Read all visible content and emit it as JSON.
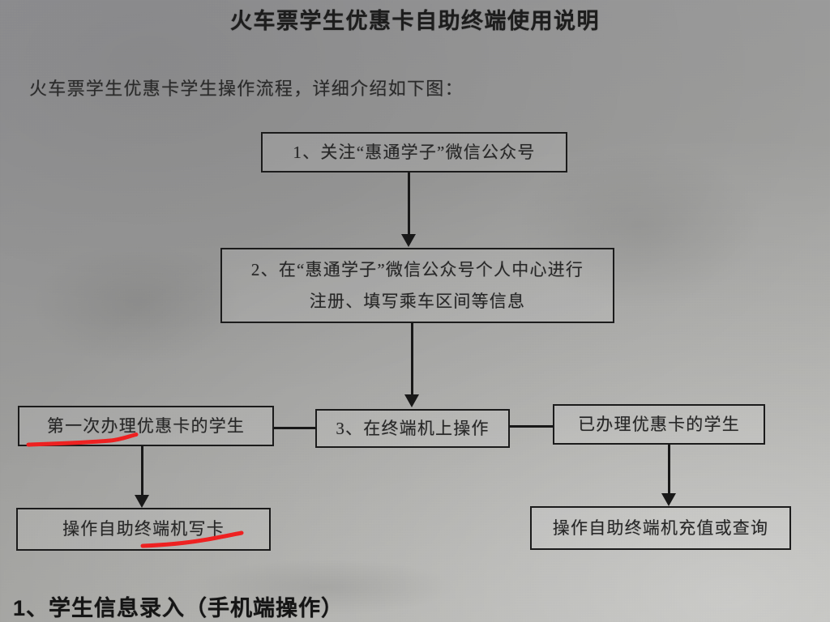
{
  "document": {
    "title": "火车票学生优惠卡自助终端使用说明",
    "intro": "火车票学生优惠卡学生操作流程，详细介绍如下图：",
    "section_heading": "1、学生信息录入（手机端操作）"
  },
  "flowchart": {
    "type": "flowchart",
    "nodes": [
      {
        "id": "step1",
        "label": "1、关注“惠通学子”微信公众号"
      },
      {
        "id": "step2",
        "label": "2、在“惠通学子”微信公众号个人中心进行注册、填写乘车区间等信息"
      },
      {
        "id": "step3",
        "label": "3、在终端机上操作"
      },
      {
        "id": "first_time",
        "label": "第一次办理优惠卡的学生"
      },
      {
        "id": "existing",
        "label": "已办理优惠卡的学生"
      },
      {
        "id": "write_card",
        "label": "操作自助终端机写卡"
      },
      {
        "id": "recharge",
        "label": "操作自助终端机充值或查询"
      }
    ],
    "edges": [
      {
        "from": "step1",
        "to": "step2",
        "style": "arrow-down"
      },
      {
        "from": "step2",
        "to": "step3",
        "style": "arrow-down"
      },
      {
        "from": "step3",
        "to": "first_time",
        "style": "line-left"
      },
      {
        "from": "step3",
        "to": "existing",
        "style": "line-right"
      },
      {
        "from": "first_time",
        "to": "write_card",
        "style": "arrow-down"
      },
      {
        "from": "existing",
        "to": "recharge",
        "style": "arrow-down"
      }
    ],
    "annotations": [
      {
        "type": "red-underline",
        "target": "first_time",
        "note": "手写红色下划线"
      },
      {
        "type": "red-underline",
        "target": "write_card",
        "note": "手写红色下划线"
      }
    ]
  },
  "colors": {
    "paper": "#9b9b9a",
    "ink": "#1a1a1a",
    "annotation_red": "#f02020"
  }
}
